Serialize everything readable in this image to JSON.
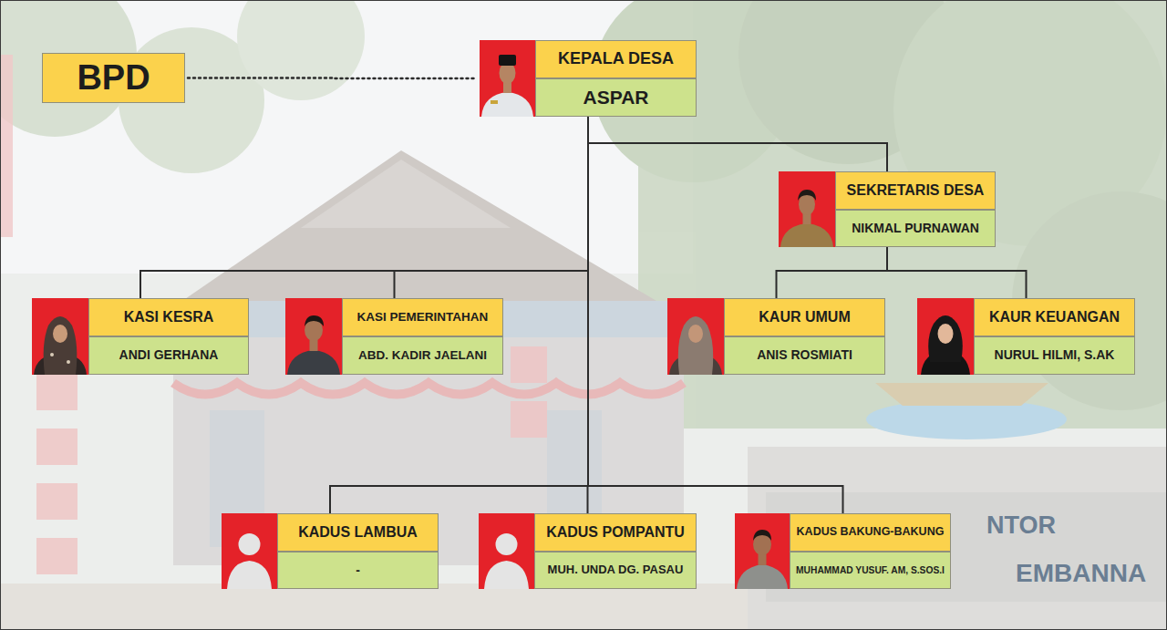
{
  "diagram": {
    "nodes": [
      {
        "text": [
          "BPD"
        ]
      },
      {
        "text": [
          "KEPALA DESA",
          "ASPAR"
        ]
      },
      {
        "text": [
          "SEKRETARIS DESA",
          "NIKMAL PURNAWAN"
        ]
      },
      {
        "text": [
          "KASI KESRA",
          "ANDI GERHANA"
        ]
      },
      {
        "text": [
          "KASI PEMERINTAHAN",
          "ABD. KADIR JAELANI"
        ]
      },
      {
        "text": [
          "KAUR UMUM",
          "ANIS ROSMIATI"
        ]
      },
      {
        "text": [
          "KAUR KEUANGAN",
          "NURUL HILMI, S.AK"
        ]
      },
      {
        "text": [
          "KADUS LAMBUA",
          "-"
        ]
      },
      {
        "text": [
          "KADUS POMPANTU",
          "MUH. UNDA DG. PASAU"
        ]
      },
      {
        "text": [
          "KADUS BAKUNG-BAKUNG",
          "MUHAMMAD YUSUF. AM, S.SOS.I"
        ]
      }
    ],
    "edges": [
      {
        "from": 0,
        "to": 1,
        "arrow": "none"
      },
      {
        "from": 1,
        "to": 2,
        "arrow": "none"
      },
      {
        "from": 1,
        "to": 3,
        "arrow": "none"
      },
      {
        "from": 1,
        "to": 4,
        "arrow": "none"
      },
      {
        "from": 2,
        "to": 5,
        "arrow": "none"
      },
      {
        "from": 2,
        "to": 6,
        "arrow": "none"
      },
      {
        "from": 1,
        "to": 7,
        "arrow": "none"
      },
      {
        "from": 1,
        "to": 8,
        "arrow": "none"
      },
      {
        "from": 1,
        "to": 9,
        "arrow": "none"
      }
    ],
    "labels": [
      "NTOR",
      "EMBANNA"
    ]
  }
}
